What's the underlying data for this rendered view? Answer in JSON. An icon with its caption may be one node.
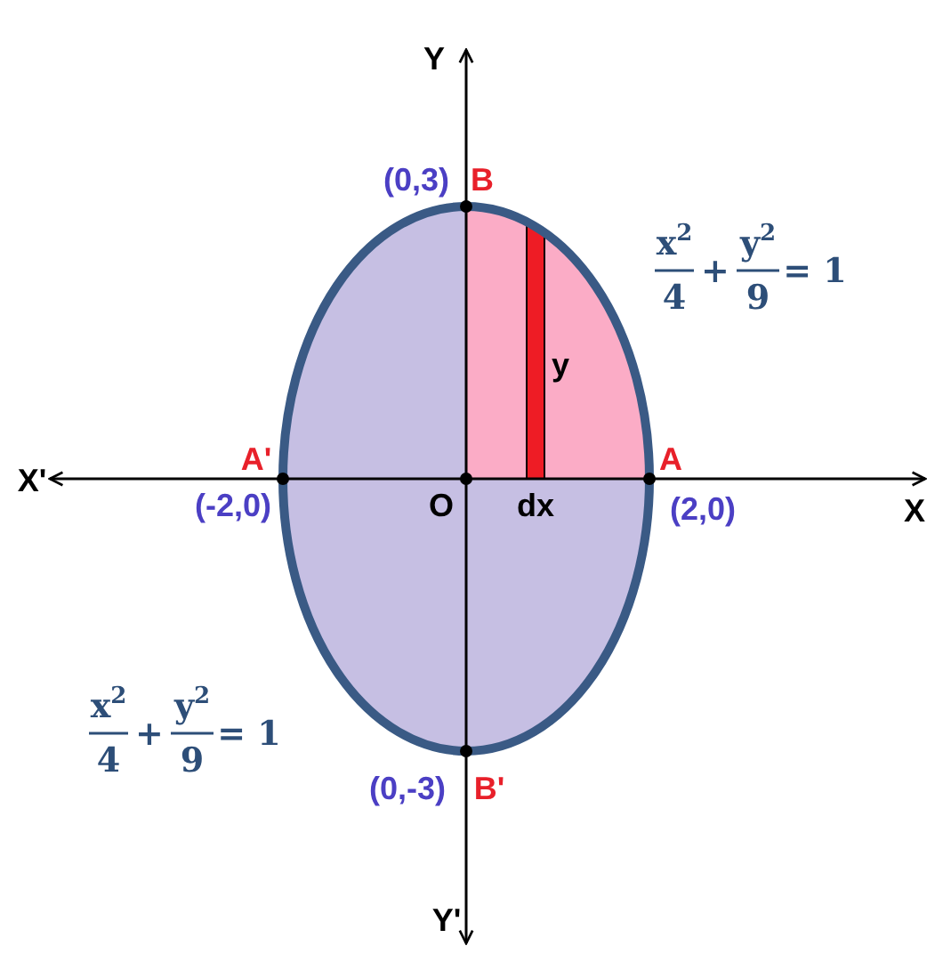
{
  "diagram": {
    "labels": [
      "Y",
      "(0,3)",
      "B",
      "x$^{2}$",
      "4",
      "+",
      "y$^{2}$",
      "9",
      "= 1",
      "y",
      "X'",
      "A'",
      "A",
      "X",
      "O",
      "dx",
      "(-2,0)",
      "(2,0)",
      "x$^{2}$",
      "4",
      "+",
      "y$^{2}$",
      "9",
      "= 1",
      "(0,-3)",
      "B'",
      "Y'"
    ]
  }
}
